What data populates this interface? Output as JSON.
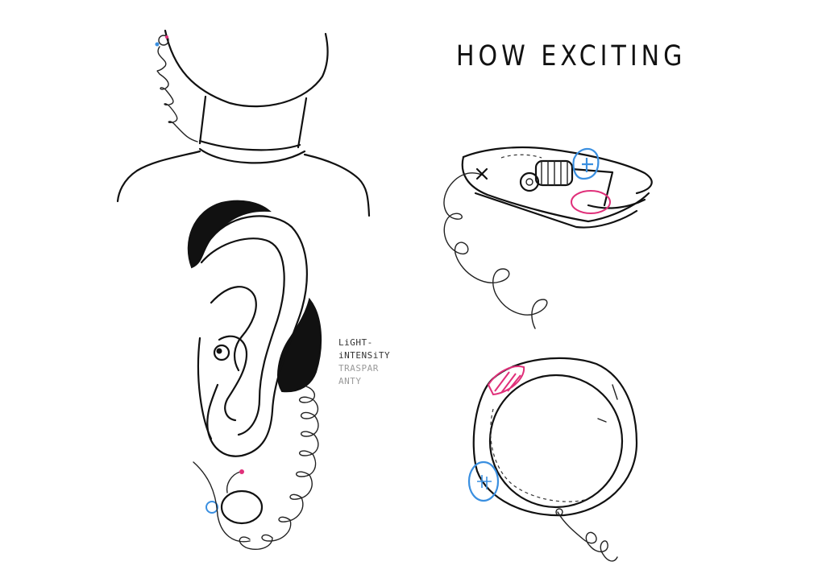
{
  "title": "HOW EXCITING",
  "annotation": {
    "line1": "LiGHT-",
    "line2": "iNTENSiTY",
    "line3": "TRASPAR",
    "line4": "ANTY"
  },
  "colors": {
    "ink": "#111111",
    "blue": "#3a8fe0",
    "pink": "#e0307a",
    "gray_text": "#9a9a9a"
  }
}
